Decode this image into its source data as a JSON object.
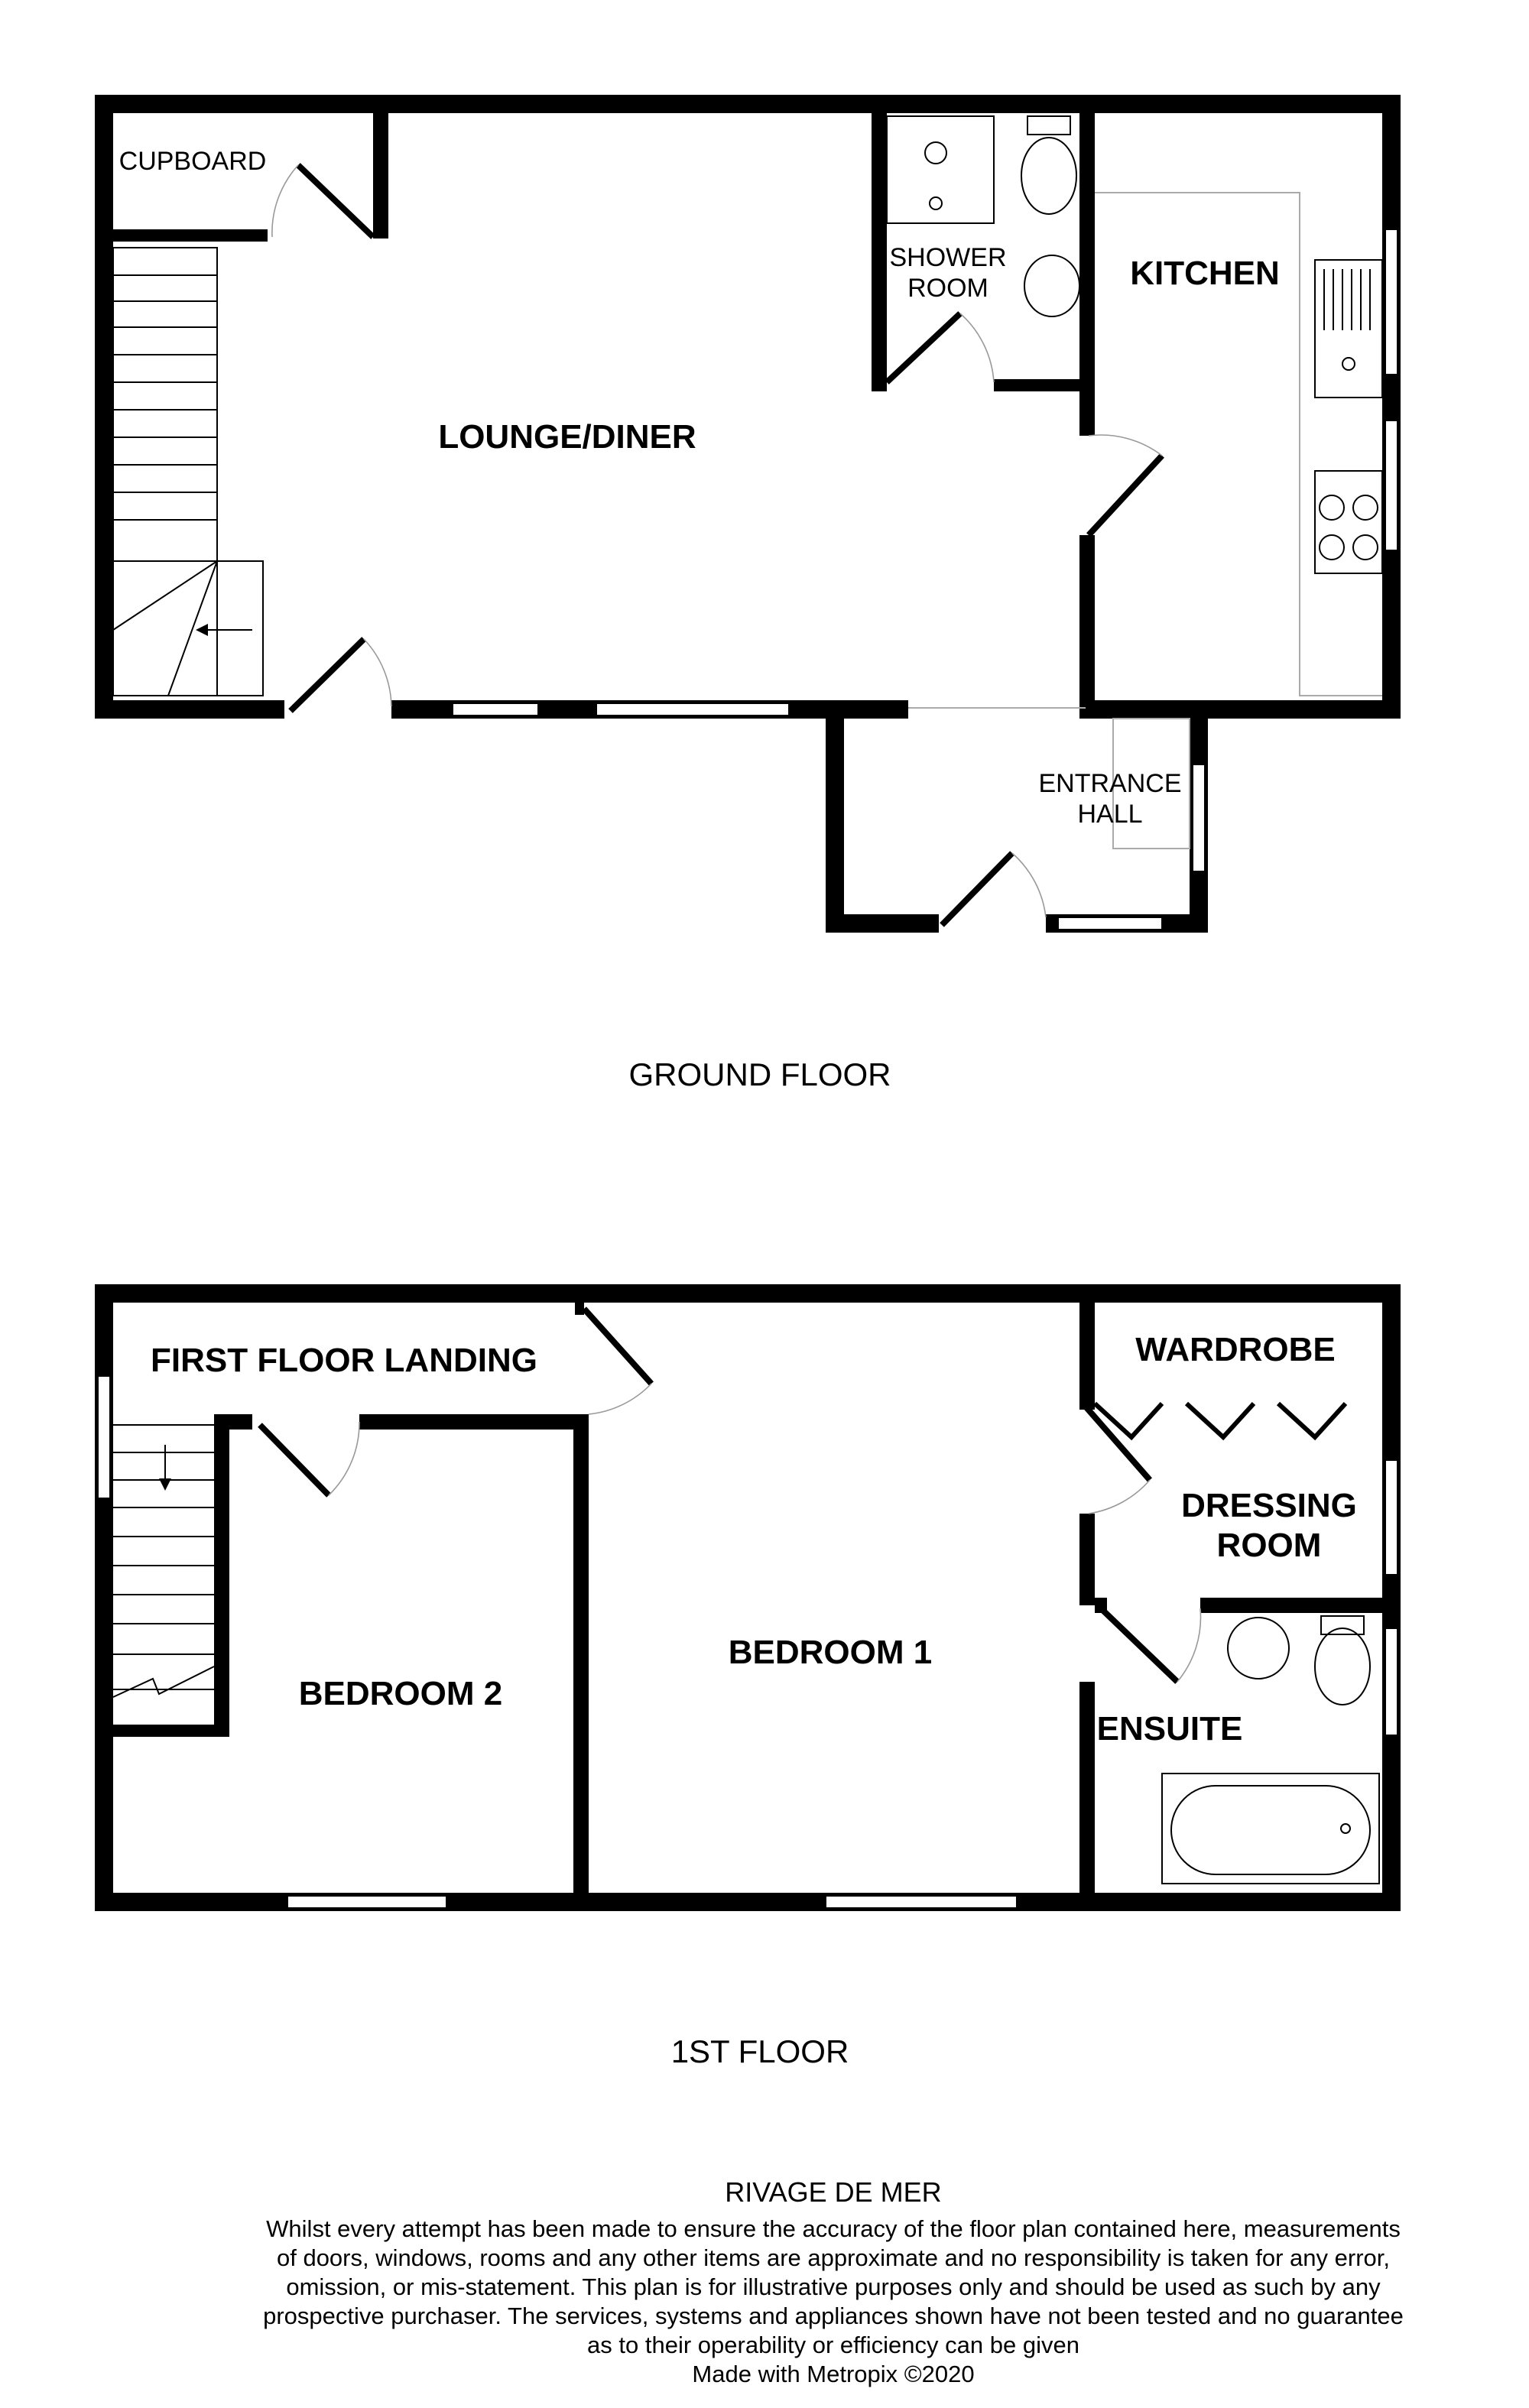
{
  "ground_floor": {
    "title": "GROUND FLOOR",
    "rooms": {
      "cupboard": "CUPBOARD",
      "lounge": "LOUNGE/DINER",
      "shower_1": "SHOWER",
      "shower_2": "ROOM",
      "kitchen": "KITCHEN",
      "entrance_1": "ENTRANCE",
      "entrance_2": "HALL"
    }
  },
  "first_floor": {
    "title": "1ST FLOOR",
    "rooms": {
      "landing": "FIRST FLOOR LANDING",
      "bedroom2": "BEDROOM 2",
      "bedroom1": "BEDROOM 1",
      "wardrobe": "WARDROBE",
      "dressing_1": "DRESSING",
      "dressing_2": "ROOM",
      "ensuite": "ENSUITE"
    }
  },
  "footer": {
    "property": "RIVAGE DE MER",
    "disclaimer": [
      "Whilst every attempt has been made to ensure the accuracy of the floor plan contained here, measurements",
      "of doors, windows, rooms and any other items are approximate and no responsibility is taken for any error,",
      "omission, or mis-statement. This plan is for illustrative purposes only and should be used as such by any",
      "prospective purchaser. The services, systems and appliances shown have not been tested and no guarantee",
      "as to their operability or efficiency can be given"
    ],
    "credit": "Made with Metropix ©2020"
  }
}
